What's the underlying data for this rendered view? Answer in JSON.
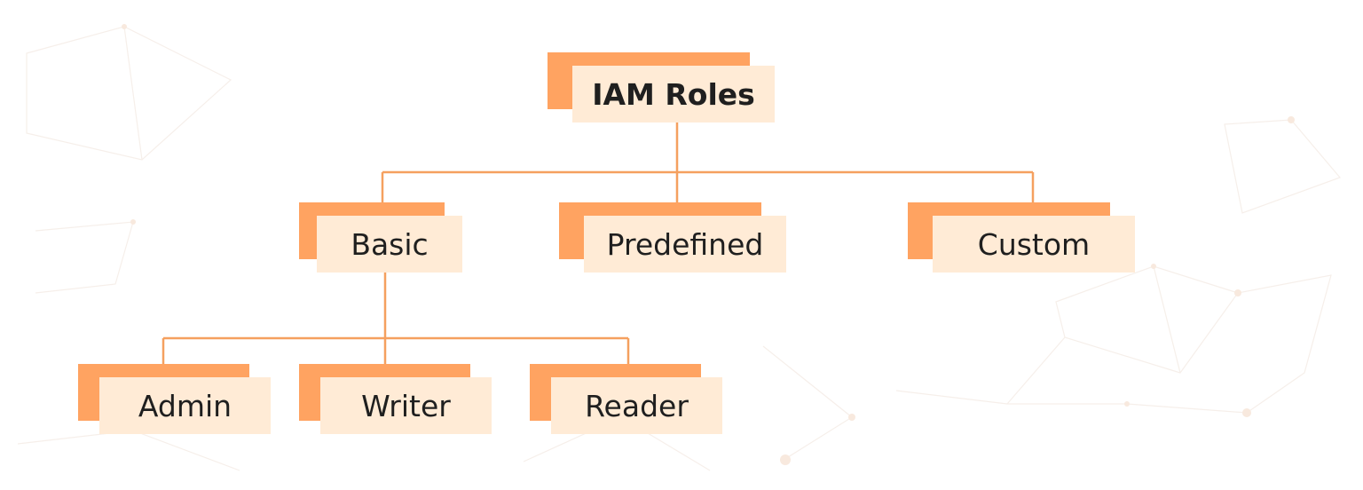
{
  "colors": {
    "accent": "#FFA361",
    "card_fill": "#FFEBD6",
    "line": "#F5A05F",
    "text": "#1f1f1f"
  },
  "diagram": {
    "root": {
      "label": "IAM Roles"
    },
    "level1": [
      {
        "label": "Basic"
      },
      {
        "label": "Predefined"
      },
      {
        "label": "Custom"
      }
    ],
    "level2": [
      {
        "label": "Admin"
      },
      {
        "label": "Writer"
      },
      {
        "label": "Reader"
      }
    ]
  }
}
